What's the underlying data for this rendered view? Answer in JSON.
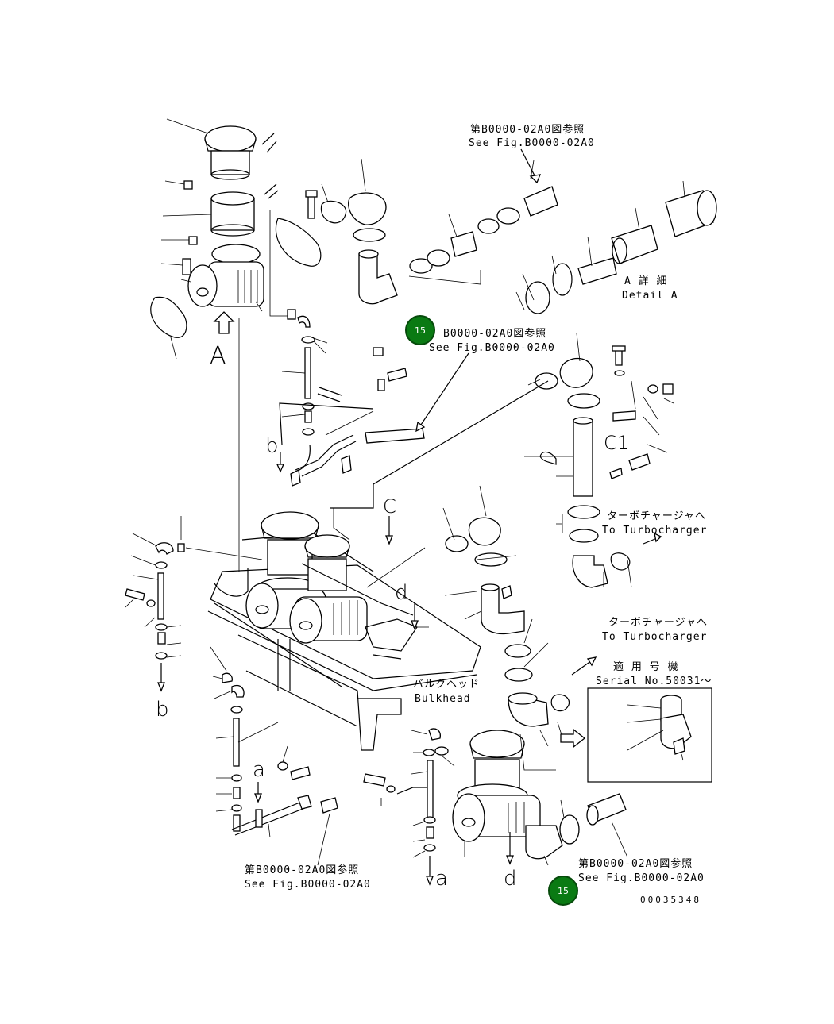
{
  "refs": {
    "top_jp": "第B0000-02A0図参照",
    "top_en": "See Fig.B0000-02A0",
    "mid_jp": "B0000-02A0図参照",
    "mid_en": "See Fig.B0000-02A0",
    "bottom_left_jp": "第B0000-02A0図参照",
    "bottom_left_en": "See Fig.B0000-02A0",
    "bottom_right_jp": "第B0000-02A0図参照",
    "bottom_right_en": "See Fig.B0000-02A0"
  },
  "detail": {
    "jp": "A 詳 細",
    "en": "Detail A"
  },
  "turbo1": {
    "jp": "ターボチャージャへ",
    "en": "To Turbocharger"
  },
  "turbo2": {
    "jp": "ターボチャージャへ",
    "en": "To Turbocharger"
  },
  "bulkhead": {
    "jp": "バルクヘッド",
    "en": "Bulkhead"
  },
  "serial": {
    "jp": "適 用 号 機",
    "en": "Serial No.50031～"
  },
  "letters": {
    "A": "A",
    "C": "C",
    "C1": "C1",
    "b1": "b",
    "b2": "b",
    "a1": "a",
    "a2": "a",
    "d1": "d",
    "d2": "d"
  },
  "badges": [
    "15",
    "15"
  ],
  "drawing_number": "00035348",
  "colors": {
    "badge_fill": "#0a7a13",
    "line": "#000000",
    "background": "#ffffff"
  }
}
